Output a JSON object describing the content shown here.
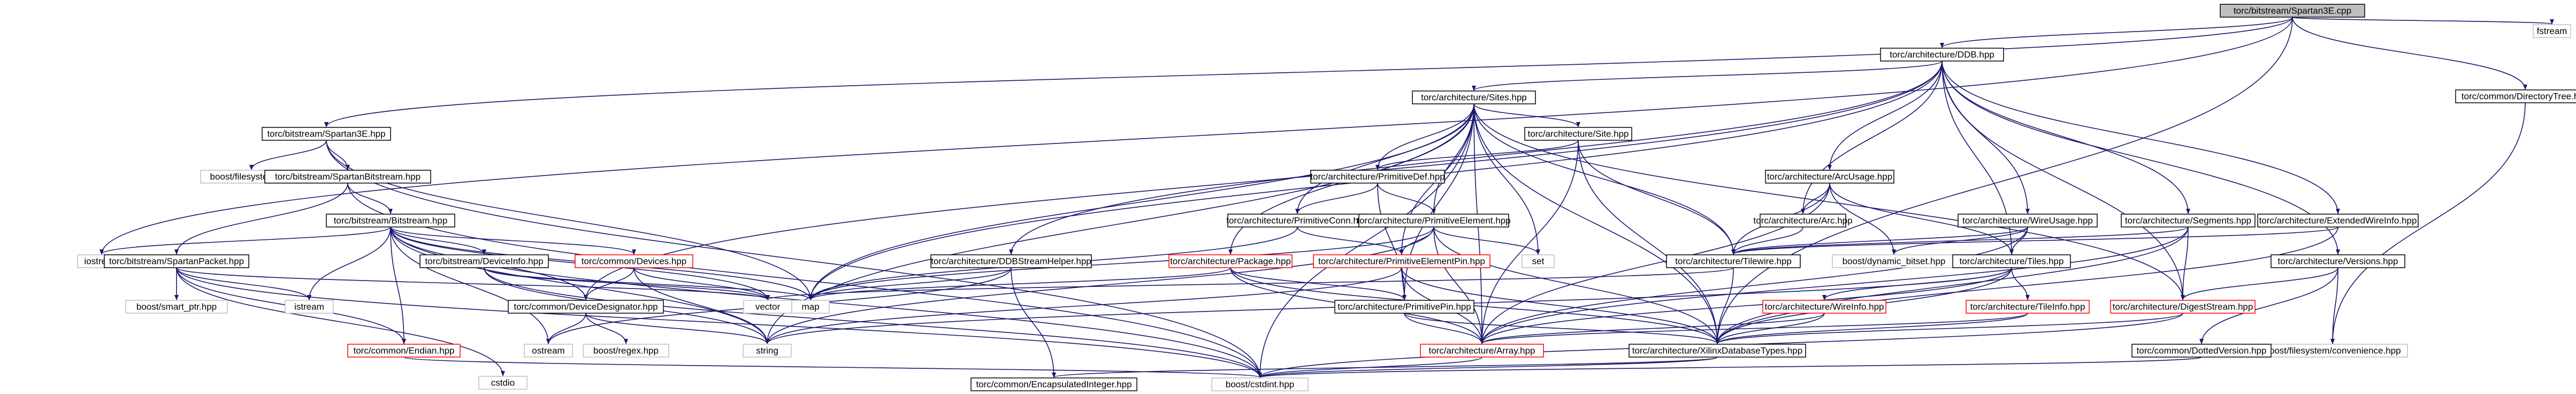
{
  "colors": {
    "root_fill": "#bfbfbf",
    "node_border_default": "#000000",
    "node_border_missing": "#bfbfbf",
    "node_border_cyclic": "#ff0000",
    "edge_color": "#191970"
  },
  "nodes": [
    {
      "id": "root",
      "label": "torc/bitstream/Spartan3E.cpp",
      "kind": "root"
    },
    {
      "id": "fstream",
      "label": "fstream",
      "kind": "missing"
    },
    {
      "id": "ddb",
      "label": "torc/architecture/DDB.hpp",
      "kind": "normal"
    },
    {
      "id": "dirtree",
      "label": "torc/common/DirectoryTree.hpp",
      "kind": "normal"
    },
    {
      "id": "s3e_hpp",
      "label": "torc/bitstream/Spartan3E.hpp",
      "kind": "normal"
    },
    {
      "id": "sites",
      "label": "torc/architecture/Sites.hpp",
      "kind": "normal"
    },
    {
      "id": "boost_fs",
      "label": "boost/filesystem.hpp",
      "kind": "missing"
    },
    {
      "id": "sp_bit",
      "label": "torc/bitstream/SpartanBitstream.hpp",
      "kind": "normal"
    },
    {
      "id": "site",
      "label": "torc/architecture/Site.hpp",
      "kind": "normal"
    },
    {
      "id": "primdef",
      "label": "torc/architecture/PrimitiveDef.hpp",
      "kind": "normal"
    },
    {
      "id": "arcusage",
      "label": "torc/architecture/ArcUsage.hpp",
      "kind": "normal"
    },
    {
      "id": "bitstream",
      "label": "torc/bitstream/Bitstream.hpp",
      "kind": "normal"
    },
    {
      "id": "primconn",
      "label": "torc/architecture/PrimitiveConn.hpp",
      "kind": "normal"
    },
    {
      "id": "primel",
      "label": "torc/architecture/PrimitiveElement.hpp",
      "kind": "normal"
    },
    {
      "id": "arc",
      "label": "torc/architecture/Arc.hpp",
      "kind": "normal"
    },
    {
      "id": "wireusage",
      "label": "torc/architecture/WireUsage.hpp",
      "kind": "normal"
    },
    {
      "id": "segments",
      "label": "torc/architecture/Segments.hpp",
      "kind": "normal"
    },
    {
      "id": "extwire",
      "label": "torc/architecture/ExtendedWireInfo.hpp",
      "kind": "normal"
    },
    {
      "id": "iostream",
      "label": "iostream",
      "kind": "missing"
    },
    {
      "id": "sp_packet",
      "label": "torc/bitstream/SpartanPacket.hpp",
      "kind": "normal"
    },
    {
      "id": "devinfo",
      "label": "torc/bitstream/DeviceInfo.hpp",
      "kind": "normal"
    },
    {
      "id": "devices",
      "label": "torc/common/Devices.hpp",
      "kind": "cyclic"
    },
    {
      "id": "ddbsh",
      "label": "torc/architecture/DDBStreamHelper.hpp",
      "kind": "normal"
    },
    {
      "id": "package",
      "label": "torc/architecture/Package.hpp",
      "kind": "cyclic"
    },
    {
      "id": "primelpin",
      "label": "torc/architecture/PrimitiveElementPin.hpp",
      "kind": "cyclic"
    },
    {
      "id": "set",
      "label": "set",
      "kind": "missing"
    },
    {
      "id": "tilewire",
      "label": "torc/architecture/Tilewire.hpp",
      "kind": "normal"
    },
    {
      "id": "dynbitset",
      "label": "boost/dynamic_bitset.hpp",
      "kind": "missing"
    },
    {
      "id": "tiles",
      "label": "torc/architecture/Tiles.hpp",
      "kind": "normal"
    },
    {
      "id": "versions",
      "label": "torc/architecture/Versions.hpp",
      "kind": "normal"
    },
    {
      "id": "smartptr",
      "label": "boost/smart_ptr.hpp",
      "kind": "missing"
    },
    {
      "id": "istream",
      "label": "istream",
      "kind": "missing"
    },
    {
      "id": "devdesig",
      "label": "torc/common/DeviceDesignator.hpp",
      "kind": "normal"
    },
    {
      "id": "vector",
      "label": "vector",
      "kind": "missing"
    },
    {
      "id": "map",
      "label": "map",
      "kind": "missing"
    },
    {
      "id": "primpin",
      "label": "torc/architecture/PrimitivePin.hpp",
      "kind": "normal"
    },
    {
      "id": "wireinfo",
      "label": "torc/architecture/WireInfo.hpp",
      "kind": "cyclic"
    },
    {
      "id": "tileinfo",
      "label": "torc/architecture/TileInfo.hpp",
      "kind": "cyclic"
    },
    {
      "id": "digest",
      "label": "torc/architecture/DigestStream.hpp",
      "kind": "cyclic"
    },
    {
      "id": "string",
      "label": "string",
      "kind": "missing"
    },
    {
      "id": "endian",
      "label": "torc/common/Endian.hpp",
      "kind": "cyclic"
    },
    {
      "id": "ostream",
      "label": "ostream",
      "kind": "missing"
    },
    {
      "id": "regex",
      "label": "boost/regex.hpp",
      "kind": "missing"
    },
    {
      "id": "array",
      "label": "torc/architecture/Array.hpp",
      "kind": "cyclic"
    },
    {
      "id": "xilinxdb",
      "label": "torc/architecture/XilinxDatabaseTypes.hpp",
      "kind": "normal"
    },
    {
      "id": "fsconv",
      "label": "boost/filesystem/convenience.hpp",
      "kind": "missing"
    },
    {
      "id": "dotver",
      "label": "torc/common/DottedVersion.hpp",
      "kind": "normal"
    },
    {
      "id": "cstdio",
      "label": "cstdio",
      "kind": "missing"
    },
    {
      "id": "encint",
      "label": "torc/common/EncapsulatedInteger.hpp",
      "kind": "normal"
    },
    {
      "id": "cstdint",
      "label": "boost/cstdint.hpp",
      "kind": "missing"
    }
  ]
}
